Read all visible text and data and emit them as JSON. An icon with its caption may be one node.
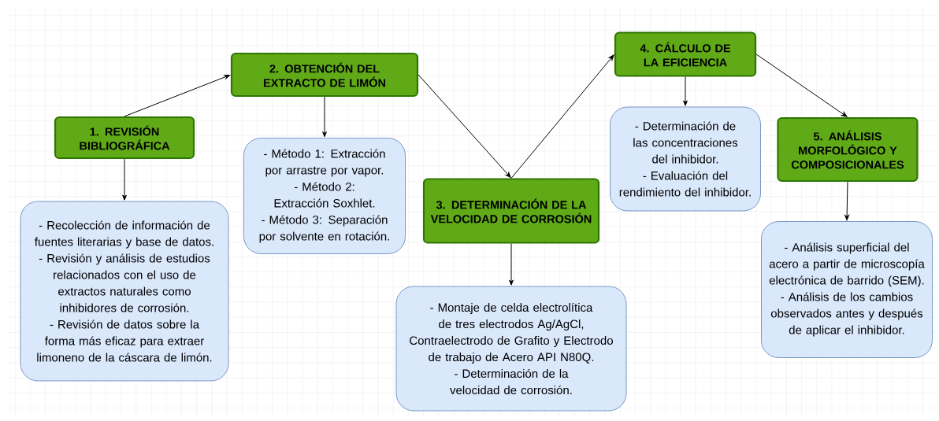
{
  "diagram": {
    "nodes": [
      {
        "text": [
          "1. REVISIÓN BIBLIOGRÁFICA"
        ]
      },
      {
        "text": [
          "2. OBTENCIÓN DEL EXTRACTO DE LIMÓN"
        ]
      },
      {
        "text": [
          "3. DETERMINACIÓN DE LA VELOCIDAD DE CORROSIÓN"
        ]
      },
      {
        "text": [
          "4. CÁLCULO DE LA EFICIENCIA"
        ]
      },
      {
        "text": [
          "5. ANÁLISIS MORFOLÓGICO Y COMPOSICIONALES"
        ]
      },
      {
        "text": [
          "- Recolección de información de fuentes literarias y base de datos.",
          "- Revisión y análisis de estudios relacionados con el uso de extractos naturales como inhibidores de corrosión.",
          "- Revisión de datos sobre la forma más eficaz para extraer limoneno de la cáscara de limón."
        ]
      },
      {
        "text": [
          "- Método 1: Extracción por arrastre por vapor.",
          "- Método 2: Extracción Soxhlet.",
          "- Método 3: Separación por solvente en rotación."
        ]
      },
      {
        "text": [
          "- Montaje de celda electrolítica de tres electrodos Ag/AgCl, Contraelectrodo de Grafito y Electrodo de trabajo de Acero API N80Q.",
          "- Determinación de la velocidad de corrosión."
        ]
      },
      {
        "text": [
          "- Determinación de las concentraciones del inhibidor.",
          "- Evaluación del rendimiento del inhibidor."
        ]
      },
      {
        "text": [
          "- Análisis superficial del acero a partir de microscopía electrónica de barrido (SEM).",
          "- Análisis de los cambios observados antes y después de aplicar el inhibidor."
        ]
      }
    ],
    "edges": [
      {
        "from": 0,
        "to": 1,
        "arrow": "to"
      },
      {
        "from": 0,
        "to": 5,
        "arrow": "to"
      },
      {
        "from": 1,
        "to": 6,
        "arrow": "to"
      },
      {
        "from": 1,
        "to": 2,
        "arrow": "to"
      },
      {
        "from": 2,
        "to": 3,
        "arrow": "to"
      },
      {
        "from": 2,
        "to": 7,
        "arrow": "to"
      },
      {
        "from": 3,
        "to": 8,
        "arrow": "to"
      },
      {
        "from": 3,
        "to": 4,
        "arrow": "to"
      },
      {
        "from": 4,
        "to": 9,
        "arrow": "to"
      }
    ]
  }
}
